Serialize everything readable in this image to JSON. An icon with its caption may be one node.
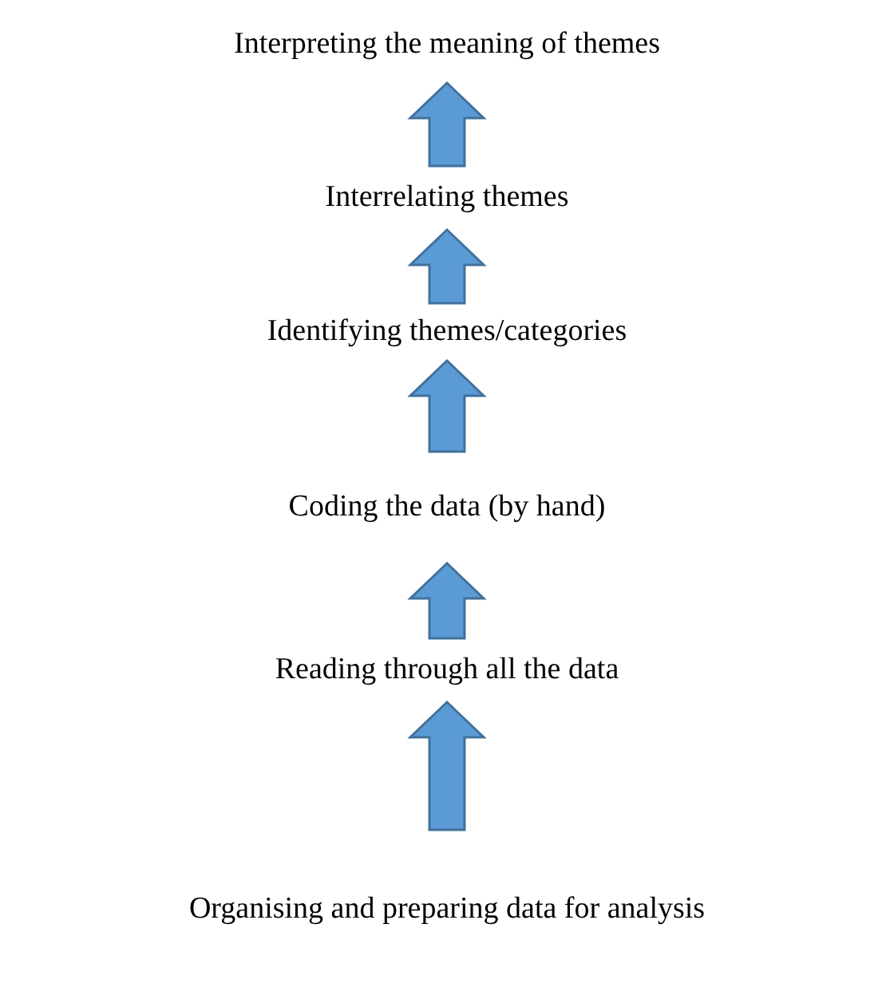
{
  "diagram": {
    "nodes": [
      {
        "text": [
          "Interpreting the meaning of themes"
        ]
      },
      {
        "text": [
          "Interrelating themes"
        ]
      },
      {
        "text": [
          "Identifying themes/categories"
        ]
      },
      {
        "text": [
          "Coding the data (by hand)"
        ]
      },
      {
        "text": [
          "Reading through all the data"
        ]
      },
      {
        "text": [
          "Organising and preparing data for analysis"
        ]
      }
    ],
    "edges": [
      {
        "from": 1,
        "to": 0,
        "arrow": "to"
      },
      {
        "from": 2,
        "to": 1,
        "arrow": "to"
      },
      {
        "from": 3,
        "to": 2,
        "arrow": "to"
      },
      {
        "from": 4,
        "to": 3,
        "arrow": "to"
      },
      {
        "from": 5,
        "to": 4,
        "arrow": "to"
      }
    ]
  }
}
